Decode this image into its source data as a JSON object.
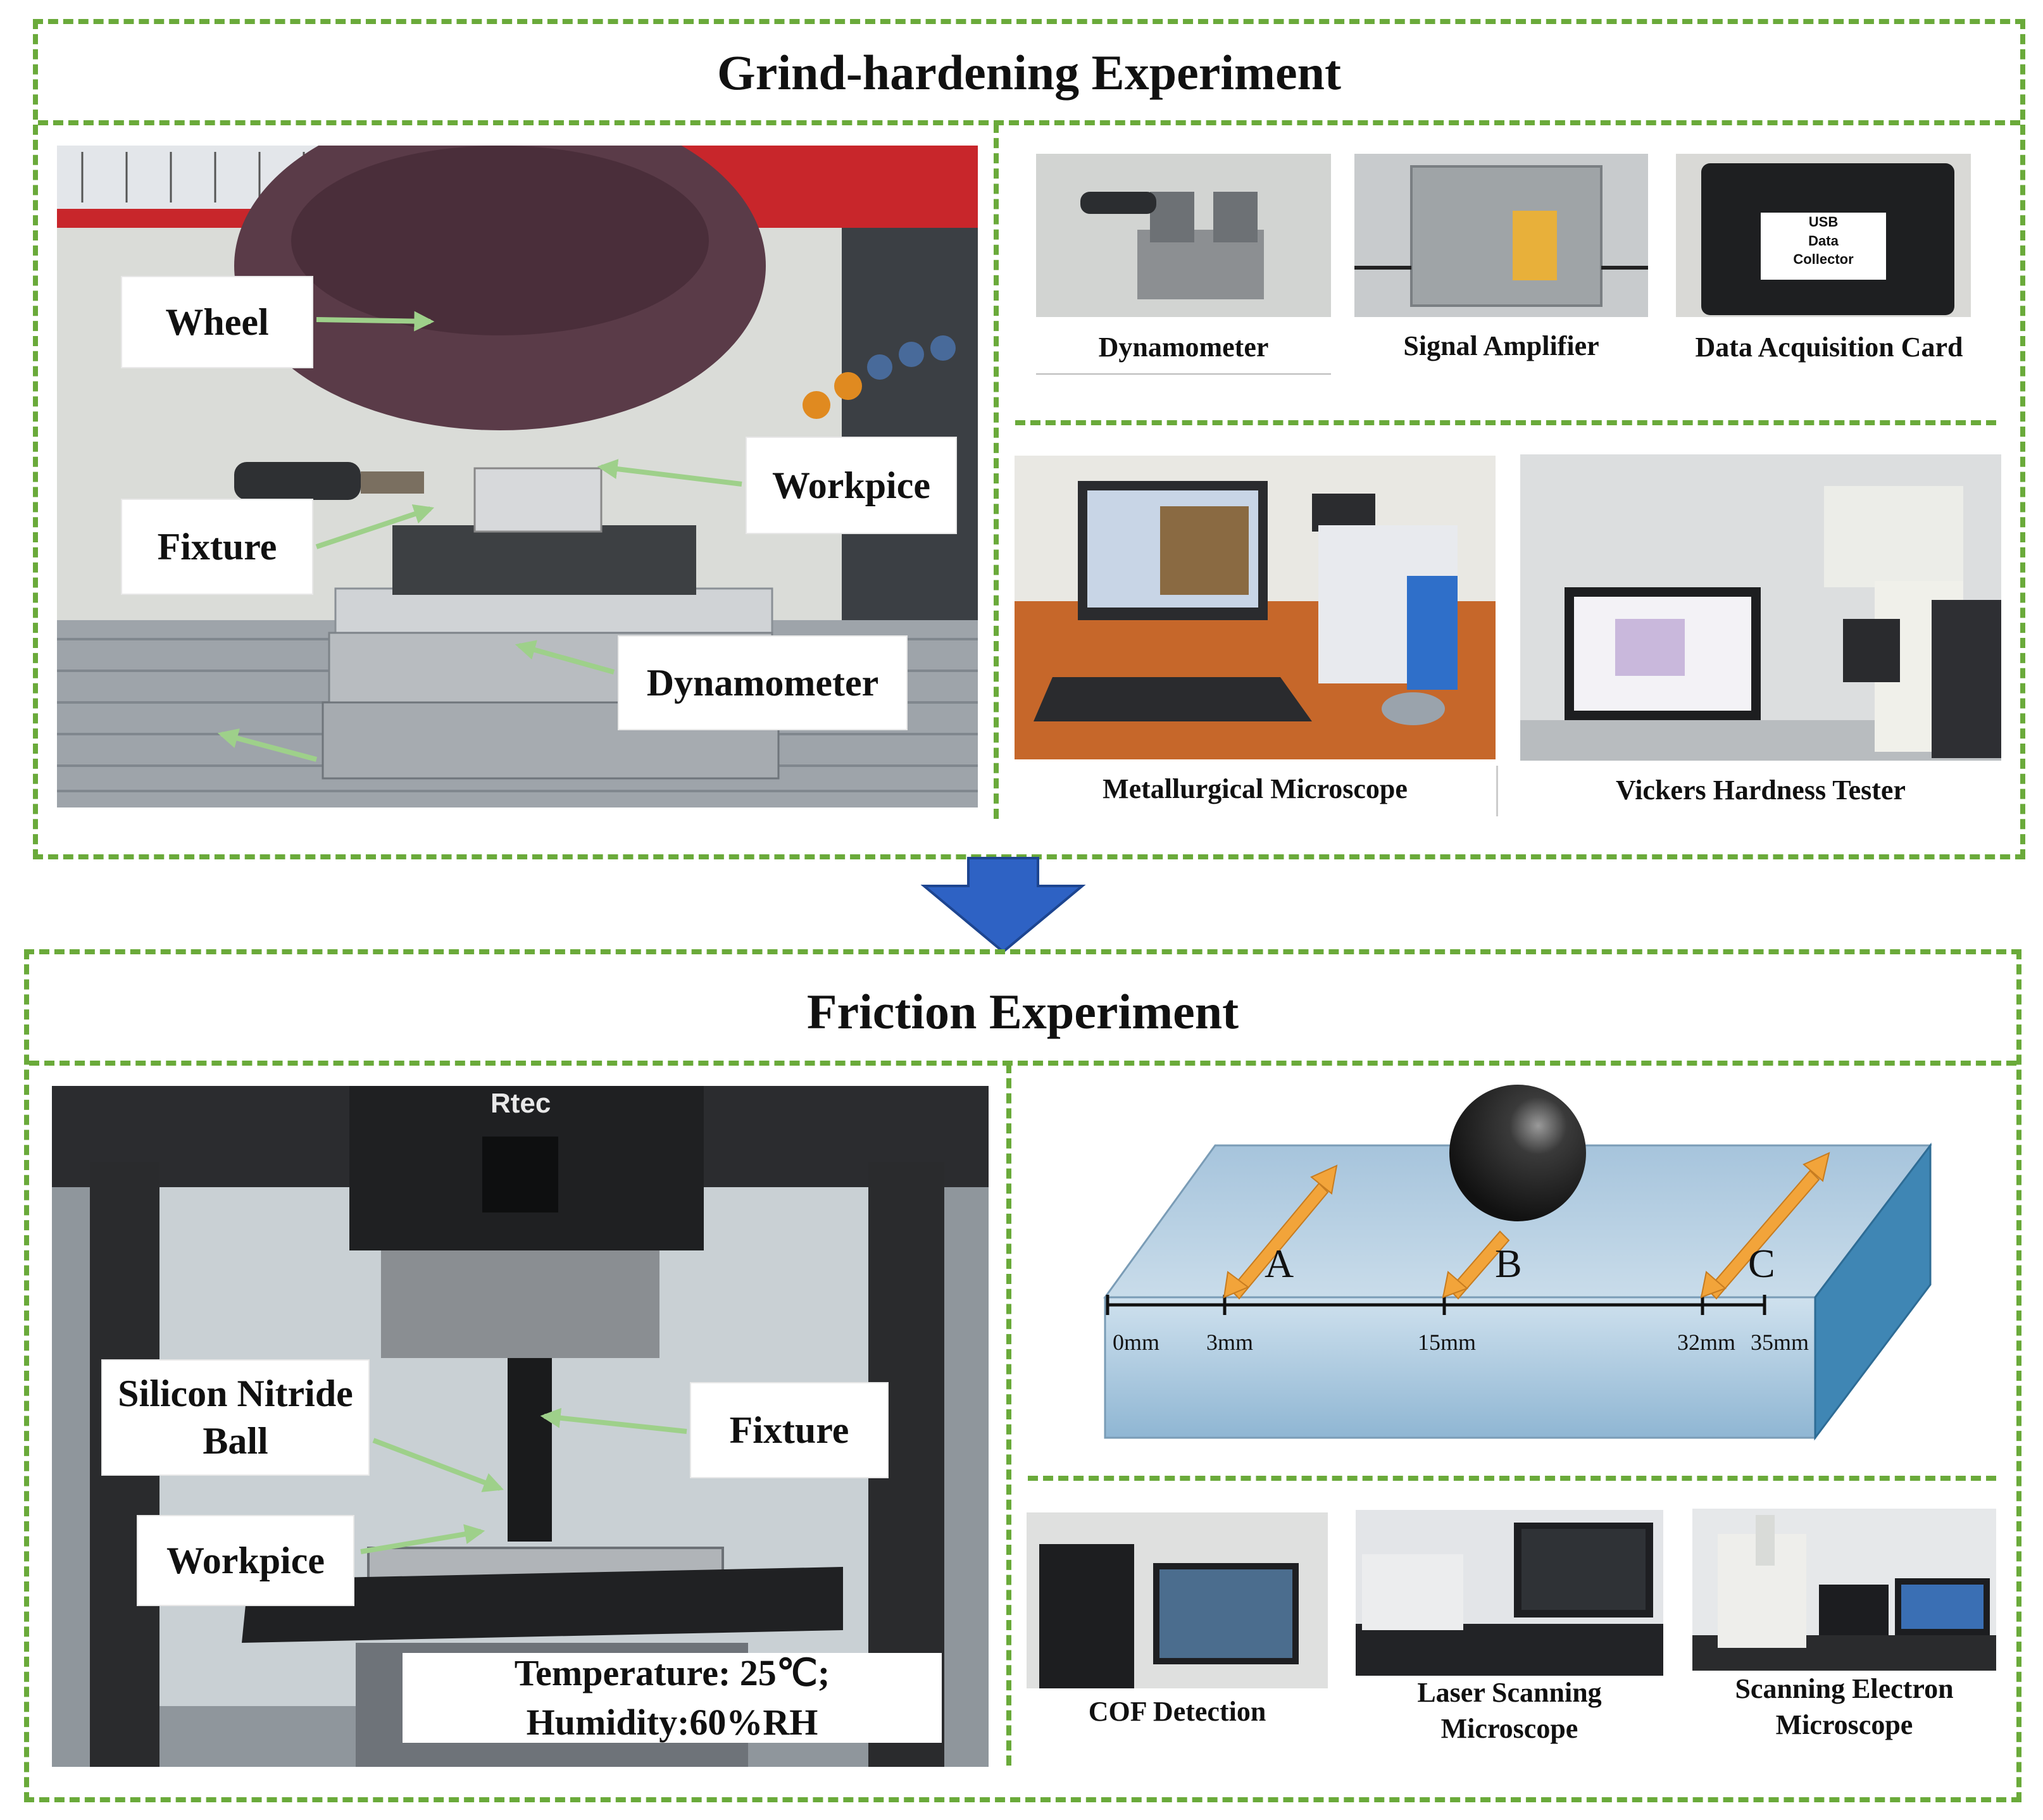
{
  "grind": {
    "title": "Grind-hardening Experiment",
    "labels": {
      "wheel": "Wheel",
      "workpiece": "Workpice",
      "fixture": "Fixture",
      "dynamometer": "Dynamometer"
    },
    "equipment": [
      {
        "caption": "Dynamometer"
      },
      {
        "caption": "Signal Amplifier"
      },
      {
        "caption": "Data Acquisition Card"
      },
      {
        "caption": "Metallurgical Microscope"
      },
      {
        "caption": "Vickers Hardness Tester"
      }
    ],
    "usb_lines": [
      "USB",
      "Data",
      "Collector"
    ]
  },
  "friction": {
    "title": "Friction Experiment",
    "labels": {
      "ball_line1": "Silicon Nitride",
      "ball_line2": "Ball",
      "fixture": "Fixture",
      "workpiece": "Workpice",
      "brand": "Rtec"
    },
    "conditions": {
      "temperature": "Temperature: 25℃;",
      "humidity": "Humidity:60%RH"
    },
    "diagram": {
      "sections": [
        "A",
        "B",
        "C"
      ],
      "ruler": [
        "0mm",
        "3mm",
        "15mm",
        "32mm",
        "35mm"
      ]
    },
    "equipment": [
      {
        "caption": "COF Detection"
      },
      {
        "caption_line1": "Laser Scanning",
        "caption_line2": "Microscope"
      },
      {
        "caption_line1": "Scanning Electron",
        "caption_line2": "Microscope"
      }
    ]
  },
  "colors": {
    "dash": "#6aaa3a",
    "flow_arrow": "#2e62c4",
    "section_arrow": "#f2a43a",
    "label_arrow": "#9ed08a"
  }
}
